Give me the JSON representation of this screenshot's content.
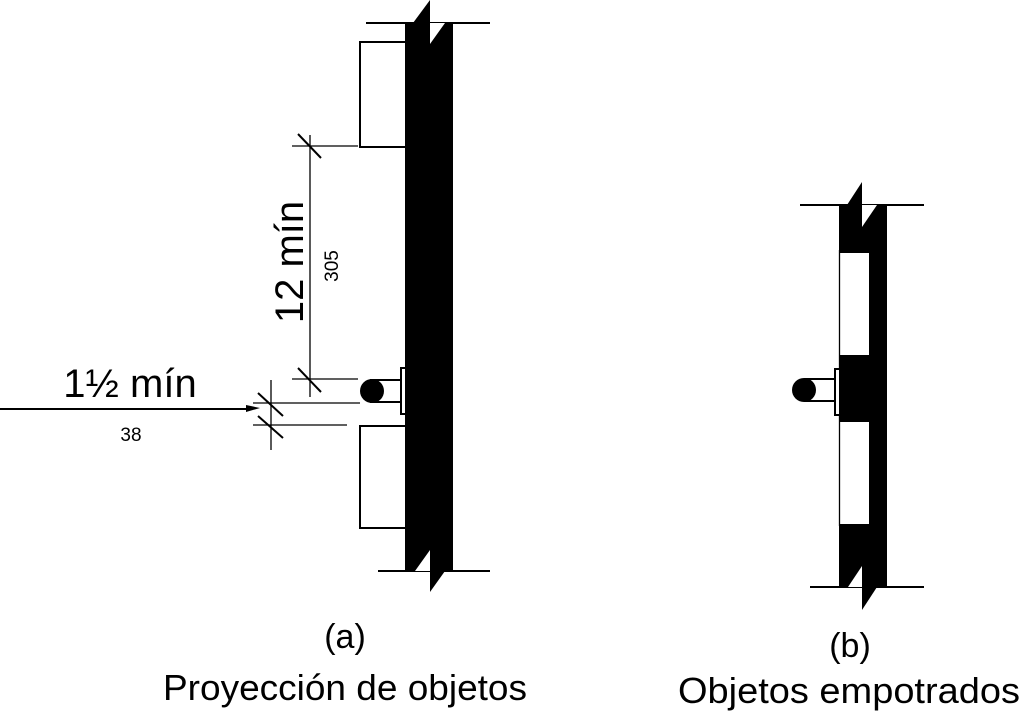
{
  "figure_a": {
    "label": "(a)",
    "caption": "Proyección de objetos",
    "dim_vertical": {
      "imperial": "12 mín",
      "metric": "305"
    },
    "dim_horizontal": {
      "imperial": "1½ mín",
      "metric": "38"
    }
  },
  "figure_b": {
    "label": "(b)",
    "caption": "Objetos empotrados"
  },
  "colors": {
    "ink": "#000000",
    "background": "#ffffff"
  }
}
